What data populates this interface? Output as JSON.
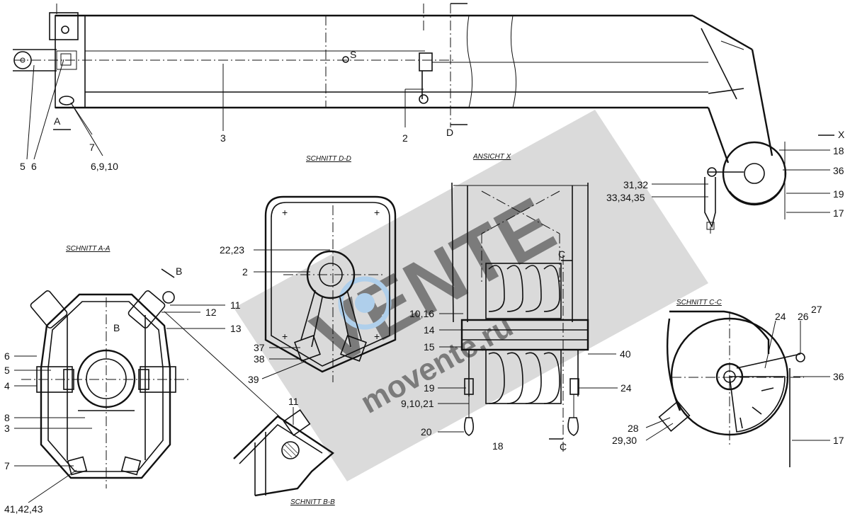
{
  "section_titles": {
    "dd": "SCHNITT D-D",
    "x": "ANSICHT X",
    "aa": "SCHNITT A-A",
    "bb": "SCHNITT B-B",
    "cc": "SCHNITT C-C"
  },
  "cut_marks": {
    "a": "A",
    "d": "D",
    "x": "X",
    "c_top": "C",
    "c_bottom": "C",
    "b_top": "B",
    "b_mid": "B",
    "s": "S"
  },
  "labels": {
    "l5": "5",
    "l6": "6",
    "l7": "7",
    "l69_10": "6,9,10",
    "l3_top": "3",
    "l2_top": "2",
    "l18_top": "18",
    "l36_top": "36",
    "l3132": "31,32",
    "l333435": "33,34,35",
    "l19_top": "19",
    "l17_top": "17",
    "l2223": "22,23",
    "l2_dd": "2",
    "l37": "37",
    "l38": "38",
    "l39": "39",
    "l11_aa": "11",
    "l12": "12",
    "l13": "13",
    "l6_aa": "6",
    "l5_aa": "5",
    "l4": "4",
    "l8": "8",
    "l3_aa": "3",
    "l7_aa": "7",
    "l414243": "41,42,43",
    "l11_bb": "11",
    "l1016": "10,16",
    "l14": "14",
    "l15": "15",
    "l40": "40",
    "l19_x": "19",
    "l91021": "9,10,21",
    "l20": "20",
    "l18_x": "18",
    "l24_x": "24",
    "l24_cc": "24",
    "l26": "26",
    "l27": "27",
    "l36_cc": "36",
    "l28": "28",
    "l2930": "29,30",
    "l17_cc": "17"
  },
  "watermark": {
    "brand": "VENTE",
    "url": "movente.ru"
  }
}
